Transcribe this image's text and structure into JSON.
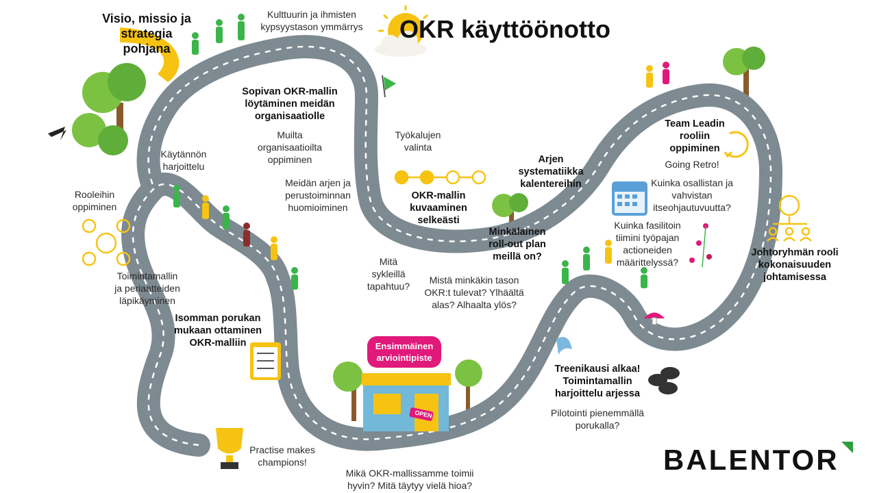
{
  "title": "OKR käyttöönotto",
  "brand": "BALENTOR",
  "shop_sign": "OPEN",
  "colors": {
    "road": "#7d8a91",
    "yellow": "#f6c313",
    "green": "#3bb54a",
    "pink": "#e0197a",
    "brand_accent": "#2e9e3f"
  },
  "labels": {
    "strategy": "Visio, missio ja\nstrategia\npohjana",
    "culture": "Kulttuurin ja ihmisten\nkypsyystason ymmärrys",
    "model_finding": "Sopivan OKR-mallin\nlöytäminen meidän\norganisaatiolle",
    "learn_orgs": "Muilta\norganisaatioilta\noppiminen",
    "tools": "Työkalujen\nvalinta",
    "daily_basics": "Meidän arjen ja\nperustoiminnan\nhuomioiminen",
    "practice": "Käytännön\nharjoittelu",
    "roles": "Rooleihin\noppiminen",
    "operating_model": "Toimintamallin\nja periaatteiden\nläpikäyminen",
    "bigger_group": "Isomman porukan\nmukaan ottaminen\nOKR-malliin",
    "describe_model": "OKR-mallin\nkuvaaminen\nselkeästi",
    "cycles": "Mitä\nsykleillä\ntapahtuu?",
    "levels": "Mistä minkäkin tason\nOKR:t tulevat? Ylhäältä\nalas? Alhaalta ylös?",
    "rollout": "Minkälainen\nroll-out plan\nmeillä on?",
    "calendar": "Arjen\nsystematiikka\nkalentereihin",
    "team_lead": "Team Leadin\nrooliin\noppiminen",
    "going_retro": "Going Retro!",
    "involve": "Kuinka osallistan ja\nvahvistan\nitseohjautuvuutta?",
    "facilitate": "Kuinka fasilitoin\ntiimini työpajan\nactioneiden\nmäärittelyssä?",
    "leadership": "Johtoryhmän rooli\nkokonaisuuden\njohtamisessa",
    "training": "Treenikausi alkaa!\nToimintamallin\nharjoittelu arjessa",
    "pilot": "Pilotointi pienemmällä\nporukalla?",
    "first_eval": "Ensimmäinen\narviointipiste",
    "practise": "Practise makes\nchampions!",
    "what_works": "Mikä OKR-mallissamme toimii\nhyvin? Mitä täytyy vielä hioa?"
  }
}
